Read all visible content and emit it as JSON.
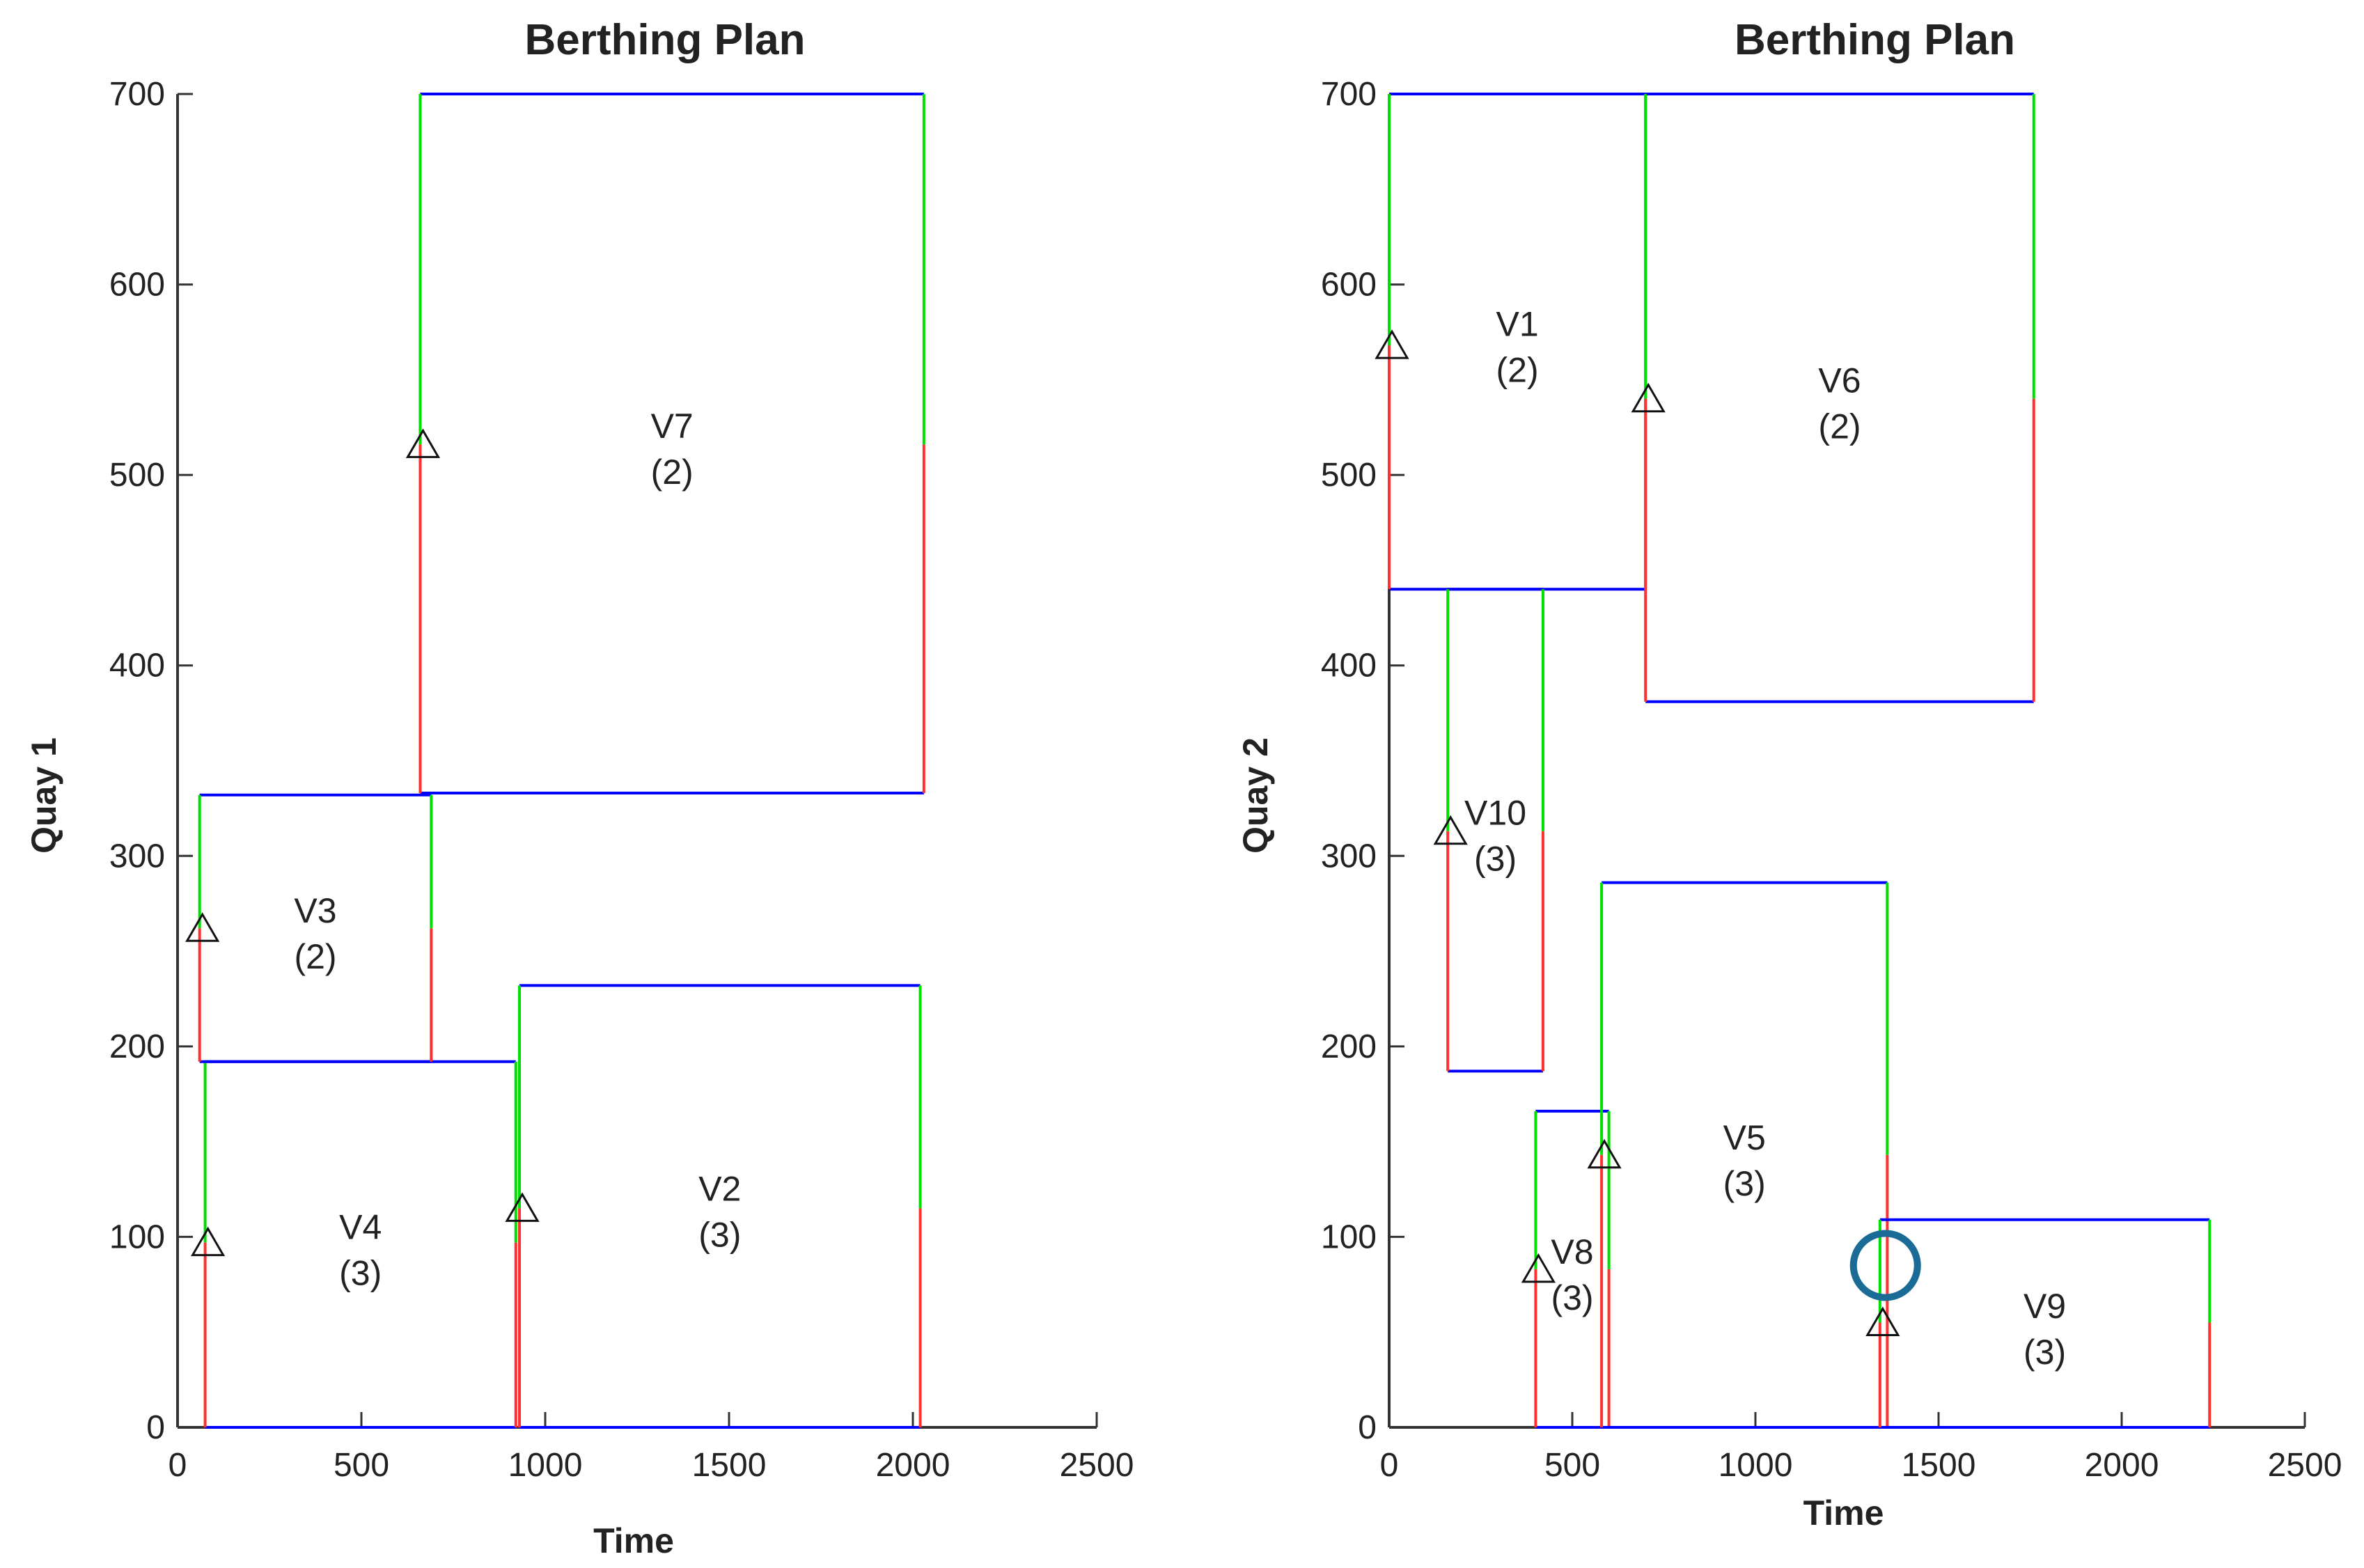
{
  "chart_data": [
    {
      "type": "gantt",
      "title": "Berthing Plan",
      "xlabel": "Time",
      "ylabel": "Quay 1",
      "xlim": [
        0,
        2500
      ],
      "ylim": [
        0,
        700
      ],
      "xticks": [
        "0",
        "500",
        "1000",
        "1500",
        "2000",
        "2500"
      ],
      "yticks": [
        "0",
        "100",
        "200",
        "300",
        "400",
        "500",
        "600",
        "700"
      ],
      "vessels": [
        {
          "name": "V4",
          "cranes": "(3)",
          "start": 75,
          "end": 920,
          "pos_low": 0,
          "pos_high": 192,
          "arrival_pos": 97
        },
        {
          "name": "V3",
          "cranes": "(2)",
          "start": 60,
          "end": 690,
          "pos_low": 192,
          "pos_high": 332,
          "arrival_pos": 262
        },
        {
          "name": "V2",
          "cranes": "(3)",
          "start": 930,
          "end": 2020,
          "pos_low": 0,
          "pos_high": 232,
          "arrival_pos": 115
        },
        {
          "name": "V7",
          "cranes": "(2)",
          "start": 660,
          "end": 2030,
          "pos_low": 333,
          "pos_high": 700,
          "arrival_pos": 516
        }
      ]
    },
    {
      "type": "gantt",
      "title": "Berthing Plan",
      "xlabel": "Time",
      "ylabel": "Quay 2",
      "xlim": [
        0,
        2500
      ],
      "ylim": [
        0,
        700
      ],
      "xticks": [
        "0",
        "500",
        "1000",
        "1500",
        "2000",
        "2500"
      ],
      "yticks": [
        "0",
        "100",
        "200",
        "300",
        "400",
        "500",
        "600",
        "700"
      ],
      "vessels": [
        {
          "name": "V1",
          "cranes": "(2)",
          "start": 0,
          "end": 700,
          "pos_low": 440,
          "pos_high": 700,
          "arrival_pos": 568
        },
        {
          "name": "V6",
          "cranes": "(2)",
          "start": 700,
          "end": 1760,
          "pos_low": 381,
          "pos_high": 700,
          "arrival_pos": 540
        },
        {
          "name": "V10",
          "cranes": "(3)",
          "start": 160,
          "end": 420,
          "pos_low": 187,
          "pos_high": 440,
          "arrival_pos": 313
        },
        {
          "name": "V8",
          "cranes": "(3)",
          "start": 400,
          "end": 600,
          "pos_low": 0,
          "pos_high": 166,
          "arrival_pos": 83
        },
        {
          "name": "V5",
          "cranes": "(3)",
          "start": 580,
          "end": 1360,
          "pos_low": 0,
          "pos_high": 286,
          "arrival_pos": 143
        },
        {
          "name": "V9",
          "cranes": "(3)",
          "start": 1340,
          "end": 2240,
          "pos_low": 0,
          "pos_high": 109,
          "arrival_pos": 55
        }
      ],
      "annotation": {
        "shape": "circle",
        "x": 1355,
        "y": 85,
        "color": "#1a6b96"
      }
    }
  ],
  "colors": {
    "boundary": "#0000ff",
    "upper_edge": "#00e000",
    "lower_edge": "#ff3030",
    "axis": "#333333"
  }
}
